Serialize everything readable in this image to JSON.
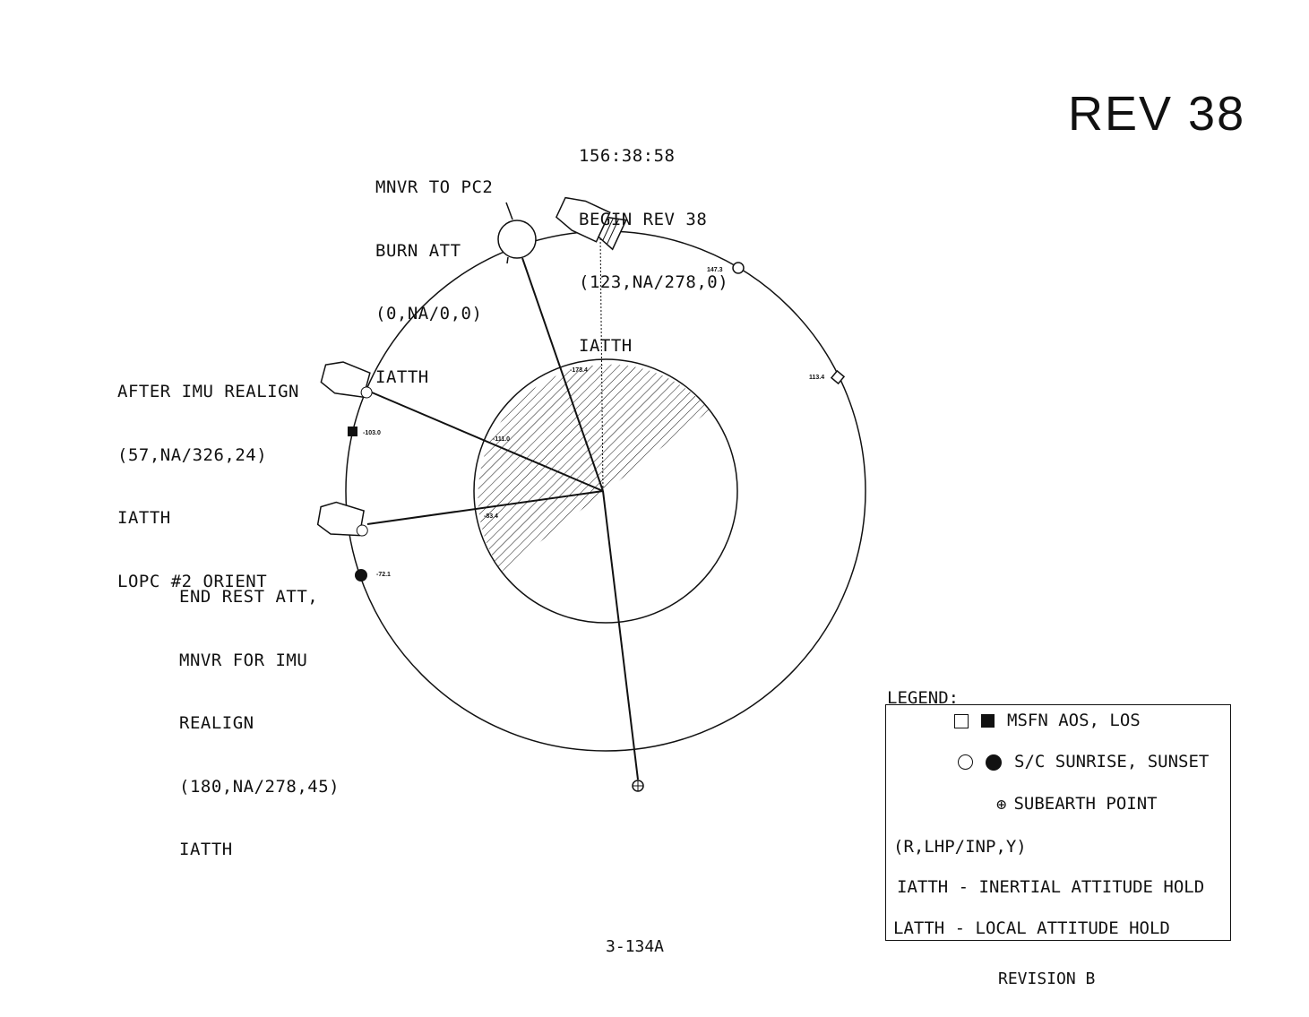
{
  "title": "REV 38",
  "events": {
    "begin_rev": [
      "156:38:58",
      "BEGIN REV 38",
      "(123,NA/278,0)",
      "IATTH"
    ],
    "mnvr_pc2": [
      "MNVR TO PC2",
      "BURN ATT",
      "(0,NA/0,0)",
      "IATTH"
    ],
    "after_imu": [
      "AFTER IMU REALIGN",
      "(57,NA/326,24)",
      "IATTH",
      "LOPC #2 ORIENT"
    ],
    "end_rest": [
      "END REST ATT,",
      "MNVR FOR IMU",
      "REALIGN",
      "(180,NA/278,45)",
      "IATTH"
    ]
  },
  "orbit_marks": {
    "sunrise": "147.3",
    "aos": "113.4",
    "los": "-103.0",
    "sunset": "-72.1",
    "inner_top": "-173.4",
    "inner_upper": "-111.0",
    "inner_lower": "-83.4"
  },
  "legend": {
    "title": "LEGEND:",
    "rows": [
      "MSFN AOS, LOS",
      "S/C SUNRISE, SUNSET",
      "SUBEARTH POINT",
      "(R,LHP/INP,Y)",
      "IATTH - INERTIAL ATTITUDE HOLD",
      "LATTH - LOCAL ATTITUDE HOLD"
    ]
  },
  "footer": {
    "page": "3-134A",
    "revision": "REVISION B"
  }
}
